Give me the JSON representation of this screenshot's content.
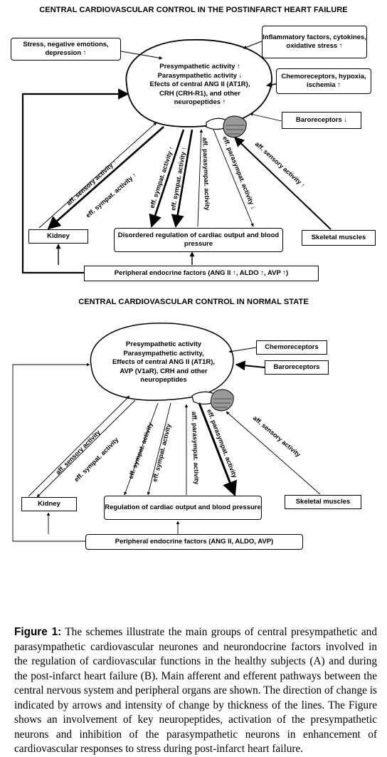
{
  "panel_a": {
    "title": "CENTRAL CARDIOVASCULAR CONTROL IN THE POSTINFARCT HEART FAILURE",
    "brain_lines": [
      "Presympathetic activity ↑",
      "Parasympathetic activity ↓",
      "Efects of central ANG II (AT1R),",
      "CRH (CRH-R1), and other",
      "neuropeptides ↑"
    ],
    "stress_box": "Stress, negative emotions, depression ↑",
    "inflammatory_box": "Inflammatory factors, cytokines, oxidative stress ↑",
    "chemoreceptors_box": "Chemoreceptors, hypoxia, ischemia ↑",
    "baroreceptors_box": "Baroreceptors ↓",
    "kidney_box": "Kidney",
    "cardiac_box": "Disordered regulation of cardiac output and blood pressure",
    "skeletal_box": "Skeletal muscles",
    "endocrine_box": "Peripheral endocrine factors (ANG II ↑, ALDO ↑, AVP ↑)",
    "pathways": {
      "aff_sensory_kidney": "aff. sensory  activity ↑",
      "eff_sympat_kidney": "eff. sympat. activity ↑",
      "eff_sympat_heart_1": "eff. sympat. activity ↑",
      "eff_sympat_heart_2": "eff. sympat. activity ↑",
      "aff_parasympat": "aff. parasympat.  activity",
      "eff_parasympat": "eff. parasympat.  activity ↓",
      "aff_sensory_muscle": "aff. sensory  activity  ↑"
    }
  },
  "panel_b": {
    "title": "CENTRAL CARDIOVASCULAR CONTROL IN NORMAL STATE",
    "brain_lines": [
      "Presympathetic activity",
      "Parasympathetic activity,",
      "Effects of central ANG II (AT1R),",
      "AVP (V1aR), CRH and other",
      "neuropeptides"
    ],
    "chemoreceptors_box": "Chemoreceptors",
    "baroreceptors_box": "Baroreceptors",
    "kidney_box": "Kidney",
    "cardiac_box": "Regulation of cardiac output and blood pressure",
    "skeletal_box": "Skeletal muscles",
    "endocrine_box": "Peripheral endocrine factors (ANG II, ALDO, AVP)",
    "pathways": {
      "aff_sensory_kidney": "aff. sensory activity",
      "eff_sympat_kidney": "eff. sympat. activity",
      "eff_sympat_heart_1": "eff. sympat. activity",
      "eff_sympat_heart_2": "eff. sympat. activity",
      "aff_parasympat": "aff. parasympat.  activity",
      "eff_parasympat": "eff. parasympat.  activity",
      "aff_sensory_muscle": "aff. sensory activity"
    }
  },
  "caption": {
    "label": "Figure 1:",
    "text": "The schemes illustrate the main groups of central presympathetic and parasympathetic cardiovascular neurones and neurondocrine factors involved in the regulation of cardiovascular functions in the healthy subjects (A) and during the post-infarct heart failure (B). Main afferent and efferent pathways between the central nervous system and peripheral organs are shown. The direction of change is indicated by arrows and intensity of change by thickness of the lines. The Figure shows an involvement of key neuropeptides, activation of the presympathetic neurons and inhibition of the parasympathetic neurons in enhancement of cardiovascular responses to stress during post-infarct heart failure."
  }
}
